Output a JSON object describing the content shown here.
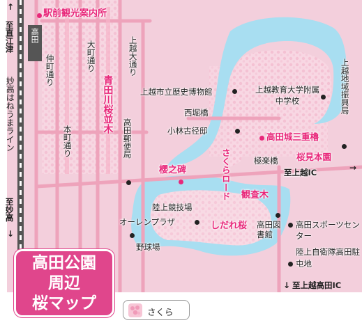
{
  "title": [
    "高田公園",
    "周辺",
    "桜マップ"
  ],
  "legend": {
    "label": "さくら"
  },
  "colors": {
    "water": "#a8def1",
    "sakura": "#f7c6d6",
    "road": "#f0a6bd",
    "accent": "#e8277a",
    "rail": "#555555",
    "title_bg": "#e0468c"
  },
  "labels": {
    "tourist_info": "駅前観光案内所",
    "takada_station": "高田",
    "to_naoetsu": "至直江津",
    "myoko_line": "妙高はねうまライン",
    "to_myoko": "至妙高",
    "nakacho_dori": "仲町通り",
    "honcho_dori": "本町通り",
    "omachi_dori": "大町通り",
    "joetsu_odori": "上越大通り",
    "aotagawa": "青田川桜並木",
    "post_office": "高田郵便局",
    "history_museum": "上越市立歴史博物館",
    "nishibori_bridge": "西堀橋",
    "kobayashi_house": "小林古径邸",
    "junior_high": "上越教育大学附属中学校",
    "regional_office": "上越地域振興局",
    "sanju_yagura": "高田城三重櫓",
    "ohanami_hq": "桜見本園",
    "gokuraku_bridge": "極楽橋",
    "sakura_road": "さくらロード",
    "sakura_monument": "櫻之碑",
    "kansa_ki": "観査木",
    "shidare_zakura": "しだれ桜",
    "athletic_field": "陸上競技場",
    "auren_plaza": "オーレンプラザ",
    "baseball_field": "野球場",
    "library": "高田図書館",
    "sports_center": "高田スポーツセンター",
    "sdf": "陸上自衛隊高田駐屯地",
    "to_joetsu_ic": "至上越IC",
    "to_joetsu_takada_ic": "至上越高田IC"
  }
}
